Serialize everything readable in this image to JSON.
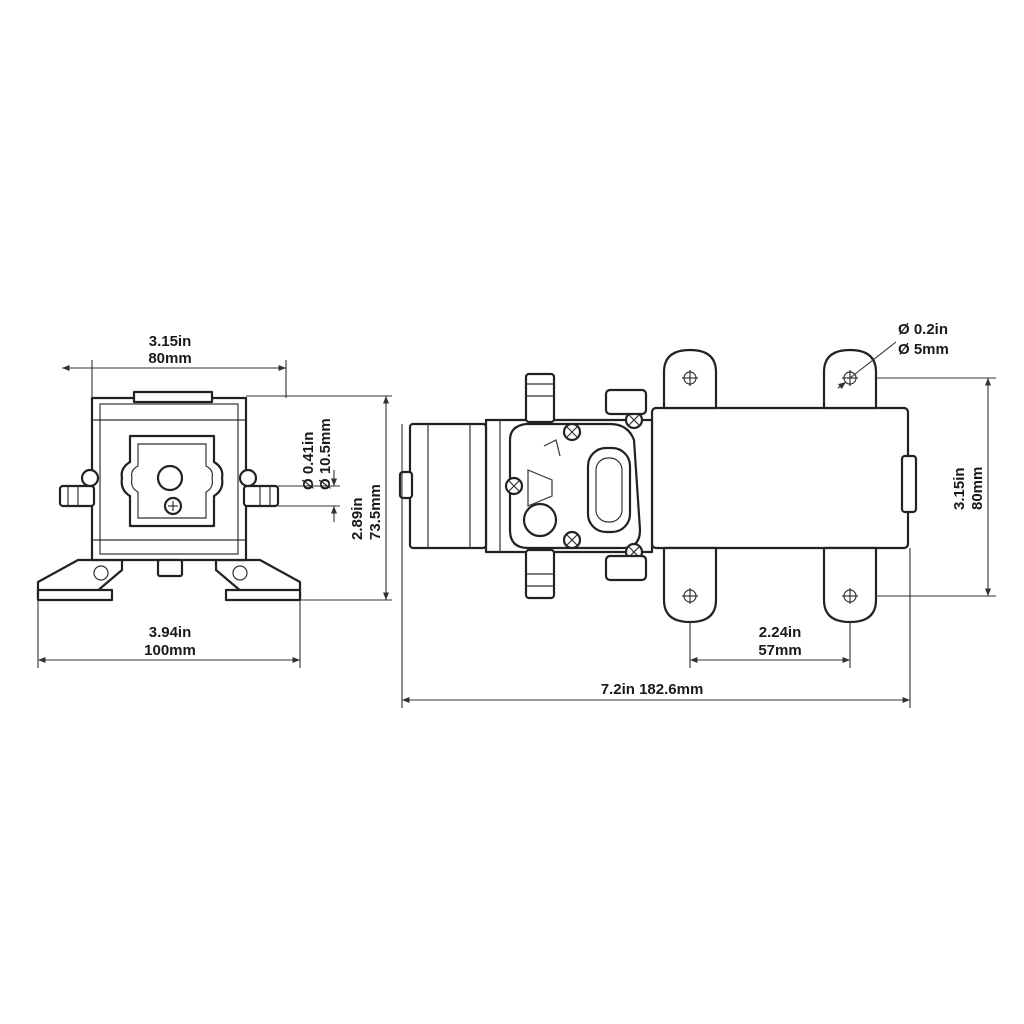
{
  "front_view": {
    "top_width": {
      "in": "3.15in",
      "mm": "80mm"
    },
    "base_width": {
      "in": "3.94in",
      "mm": "100mm"
    },
    "port_diameter": {
      "in": "Ø 0.41in",
      "mm": "Ø 10.5mm"
    },
    "port_height": {
      "in": "2.89in",
      "mm": "73.5mm"
    }
  },
  "side_view": {
    "hole_diameter": {
      "in": "Ø 0.2in",
      "mm": "Ø 5mm"
    },
    "height": {
      "in": "3.15in",
      "mm": "80mm"
    },
    "hole_spacing": {
      "in": "2.24in",
      "mm": "57mm"
    },
    "total_length": {
      "text": "7.2in 182.6mm"
    }
  },
  "colors": {
    "line": "#222222",
    "background": "#ffffff"
  }
}
